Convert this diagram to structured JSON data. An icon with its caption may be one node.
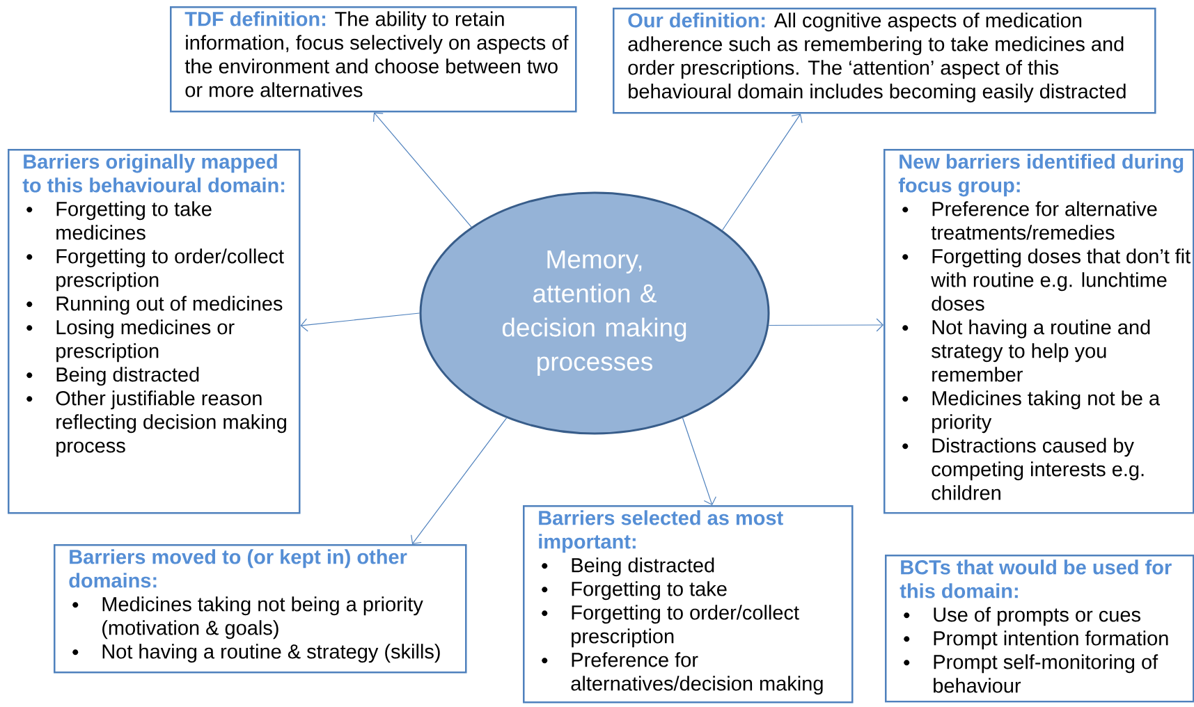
{
  "diagram": {
    "nodes": [
      {
        "text": [
          "Memory, attention & decision making processes"
        ]
      },
      {
        "text": [
          "TDF definition:",
          "The ability to retain information, focus selectively on aspects of the environment and choose between two or more alternatives"
        ]
      },
      {
        "text": [
          "Our definition:",
          "All cognitive aspects of medication adherence such as remembering to take medicines and order prescriptions.  The ‘attention’ aspect of this behavioural domain includes becoming easily distracted"
        ]
      },
      {
        "text": [
          "Barriers originally mapped to this behavioural domain:",
          "Forgetting to take medicines",
          "Forgetting to order/collect prescription",
          "Running out of medicines",
          "Losing medicines or prescription",
          "Being distracted",
          "Other justifiable reason reflecting decision making process"
        ]
      },
      {
        "text": [
          "New barriers identified during focus group:",
          "Preference for alternative treatments/remedies",
          "Forgetting doses that don’t fit with routine e.g. lunchtime doses",
          "Not having a routine and strategy to help you remember",
          "Medicines taking not be a priority",
          "Distractions caused by competing interests e.g. children"
        ]
      },
      {
        "text": [
          "Barriers moved to (or kept in) other domains:",
          "Medicines taking not being a priority (motivation & goals)",
          "Not having a routine & strategy (skills)"
        ]
      },
      {
        "text": [
          "Barriers selected as most important:",
          "Being distracted",
          "Forgetting to take",
          "Forgetting to order/collect prescription",
          "Preference for alternatives/decision making"
        ]
      },
      {
        "text": [
          "BCTs that would be used for this domain:",
          "Use of prompts or cues",
          "Prompt intention formation",
          "Prompt self-monitoring of behaviour"
        ]
      }
    ],
    "edges": [
      {
        "from": 0,
        "to": 1,
        "arrow": "to"
      },
      {
        "from": 0,
        "to": 2,
        "arrow": "to"
      },
      {
        "from": 0,
        "to": 3,
        "arrow": "to"
      },
      {
        "from": 0,
        "to": 4,
        "arrow": "to"
      },
      {
        "from": 0,
        "to": 5,
        "arrow": "to"
      },
      {
        "from": 0,
        "to": 6,
        "arrow": "to"
      }
    ]
  }
}
